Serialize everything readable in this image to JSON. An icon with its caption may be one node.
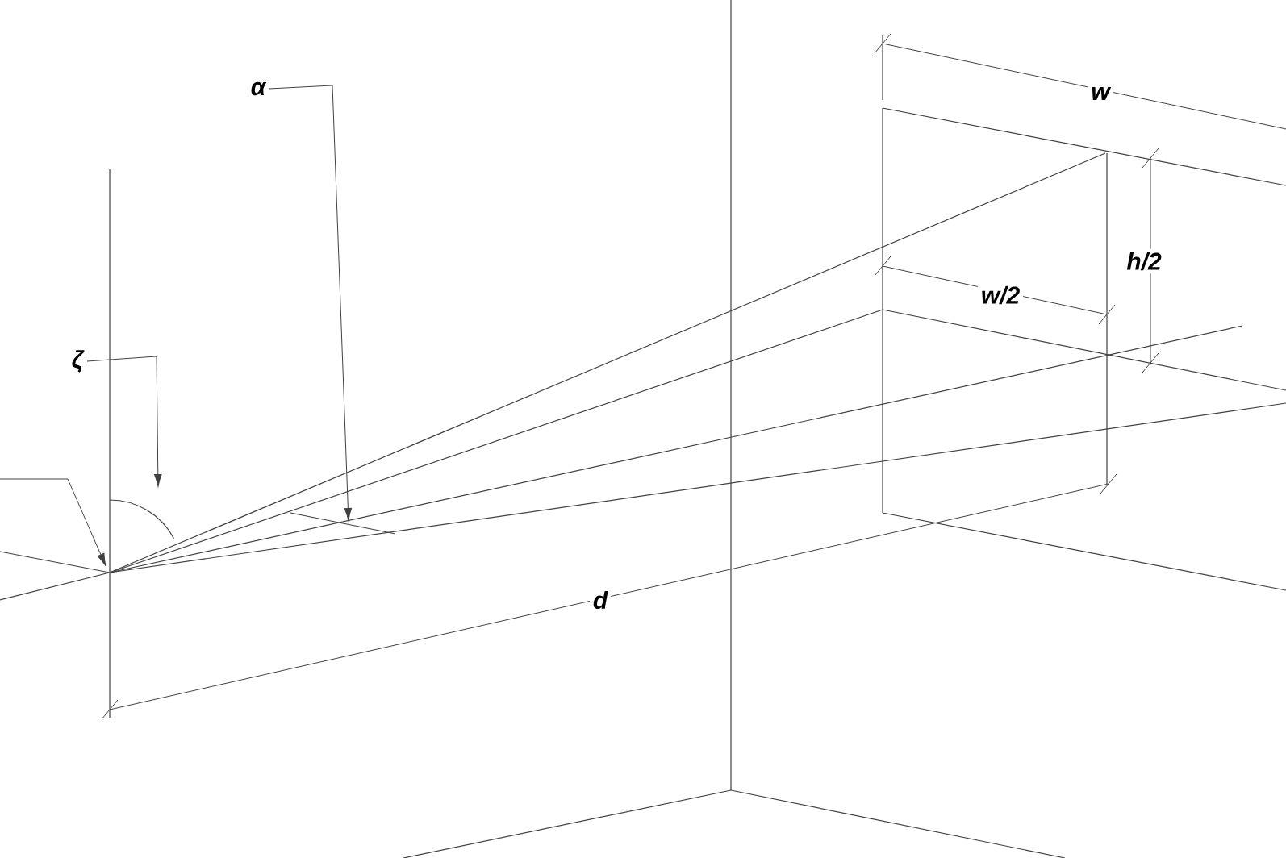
{
  "diagram": {
    "nodes": [
      {
        "text": [
          "α"
        ]
      },
      {
        "text": [
          "ζ"
        ]
      }
    ],
    "edges": [
      {
        "from": 0,
        "to": null,
        "arrow": "to"
      },
      {
        "from": 1,
        "to": null,
        "arrow": "to"
      }
    ],
    "labels": [
      "w",
      "h/2",
      "w/2",
      "d"
    ]
  }
}
